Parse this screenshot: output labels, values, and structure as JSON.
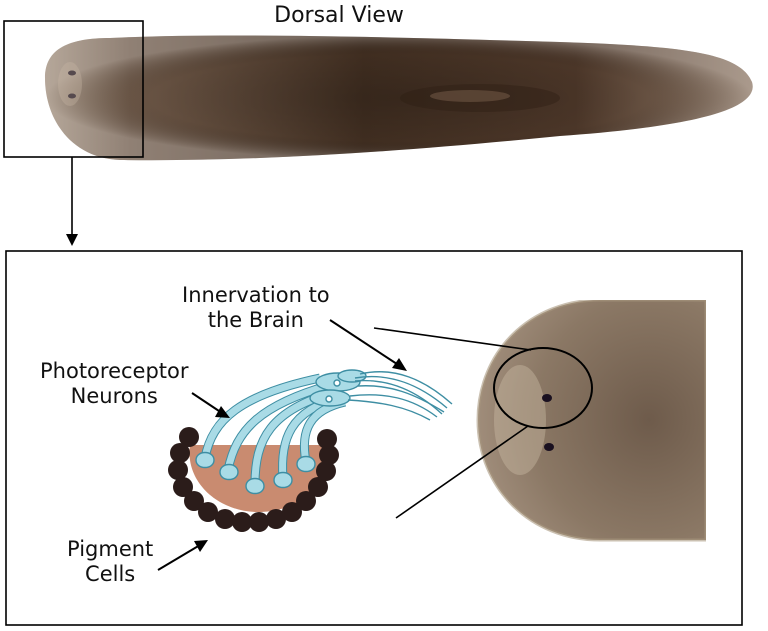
{
  "title": "Dorsal View",
  "labels": {
    "innervation": {
      "line1": "Innervation to",
      "line2": "the Brain"
    },
    "photoreceptor": {
      "line1": "Photoreceptor",
      "line2": "Neurons"
    },
    "pigment": {
      "line1": "Pigment",
      "line2": "Cells"
    }
  },
  "colors": {
    "worm_dark": "#4a3526",
    "worm_edge": "#9a8470",
    "pigment_cell": "#2b1c1a",
    "pigment_cup": "#c98b70",
    "neuron_fill": "#a9dbe6",
    "neuron_stroke": "#3e8ea3",
    "eyespot": "#1a1020"
  }
}
